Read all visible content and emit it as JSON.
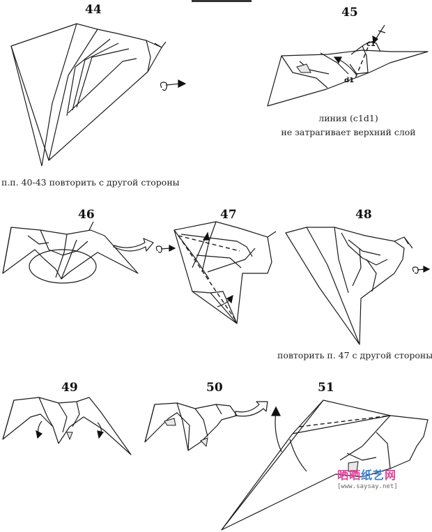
{
  "steps": [
    {
      "number": "44"
    },
    {
      "number": "45",
      "labels": [
        "c1",
        "d1"
      ]
    },
    {
      "number": "46"
    },
    {
      "number": "47"
    },
    {
      "number": "48"
    },
    {
      "number": "49"
    },
    {
      "number": "50"
    },
    {
      "number": "51"
    }
  ],
  "captions": {
    "step44": "п.п. 40-43 повторить с другой стороны",
    "step45_line1": "линия (c1d1)",
    "step45_line2": "не затрагивает верхний слой",
    "step48": "повторить п. 47 с другой стороны"
  },
  "watermark": {
    "part1": "晒晒",
    "part2": "纸艺",
    "part3": "网",
    "url": "[www.saysay.net]",
    "colors": {
      "part1": "#e0409a",
      "part2": "#3a7fd0",
      "part3": "#e0409a"
    }
  }
}
